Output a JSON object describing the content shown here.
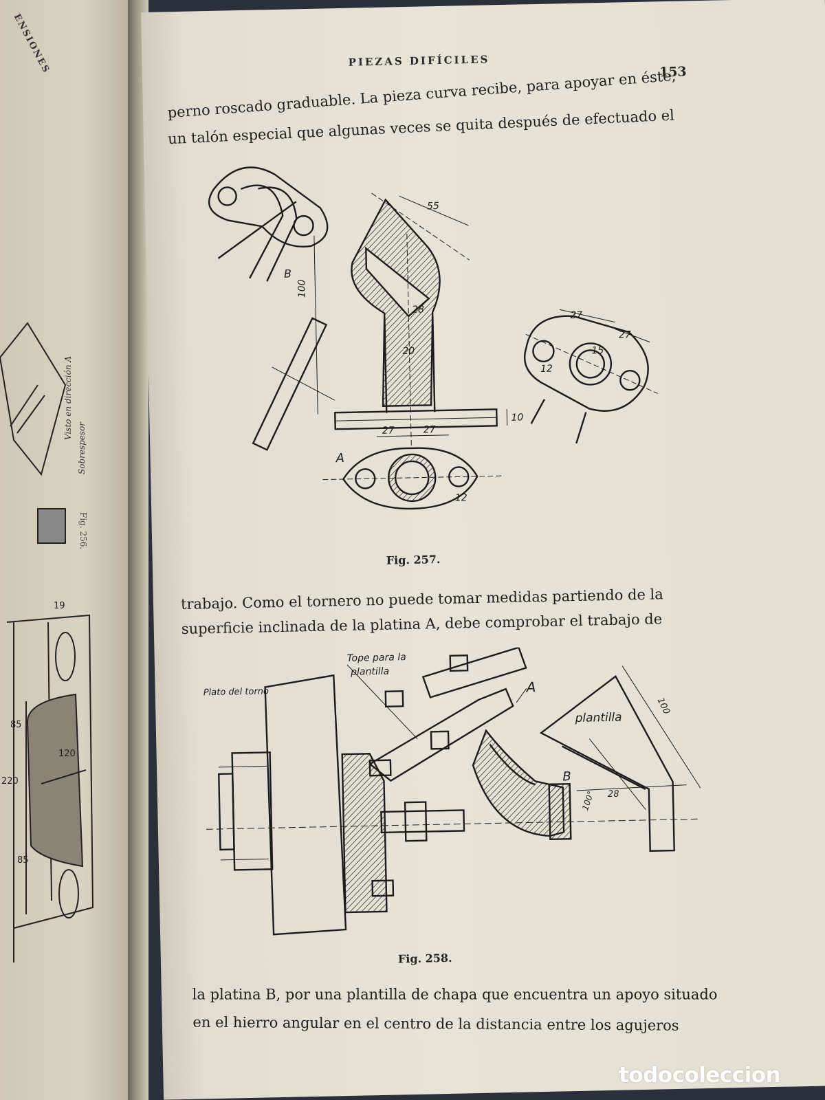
{
  "left_page": {
    "running_head": "ENSIONES",
    "figure_caption": "Fig. 256.",
    "note_1": "Visto en dirección A",
    "note_2": "Sobrespesor",
    "dims": [
      "85",
      "220",
      "85",
      "19",
      "120"
    ]
  },
  "page": {
    "running_head": "PIEZAS DIFÍCILES",
    "page_number": "153",
    "lines_top": [
      "perno roscado graduable. La pieza curva recibe, para apoyar en éste,",
      "un talón especial que algunas  veces se quita después de efectuado el"
    ],
    "lines_middle": [
      "trabajo. Como el tornero no puede tomar medidas partiendo de la",
      "superficie inclinada de la platina A, debe comprobar el trabajo de"
    ],
    "lines_bottom": [
      "la platina B, por una plantilla de chapa que encuentra un apoyo situado",
      "en el hierro angular en el centro de la distancia entre los agujeros"
    ],
    "fig1_caption": "Fig. 257.",
    "fig2_caption": "Fig. 258."
  },
  "fig257": {
    "labels": {
      "a": "A",
      "b": "B"
    },
    "dims": [
      "100",
      "27",
      "27",
      "10",
      "27",
      "27",
      "12",
      "12",
      "55",
      "15",
      "20",
      "28"
    ]
  },
  "fig258": {
    "labels": {
      "plato": "Plato del torno",
      "tope": "Tope para la",
      "tope2": "plantilla",
      "plantilla": "plantilla",
      "a": "A",
      "b": "B"
    },
    "dims": [
      "100",
      "28",
      "100°"
    ]
  },
  "watermark": "todocoleccion"
}
